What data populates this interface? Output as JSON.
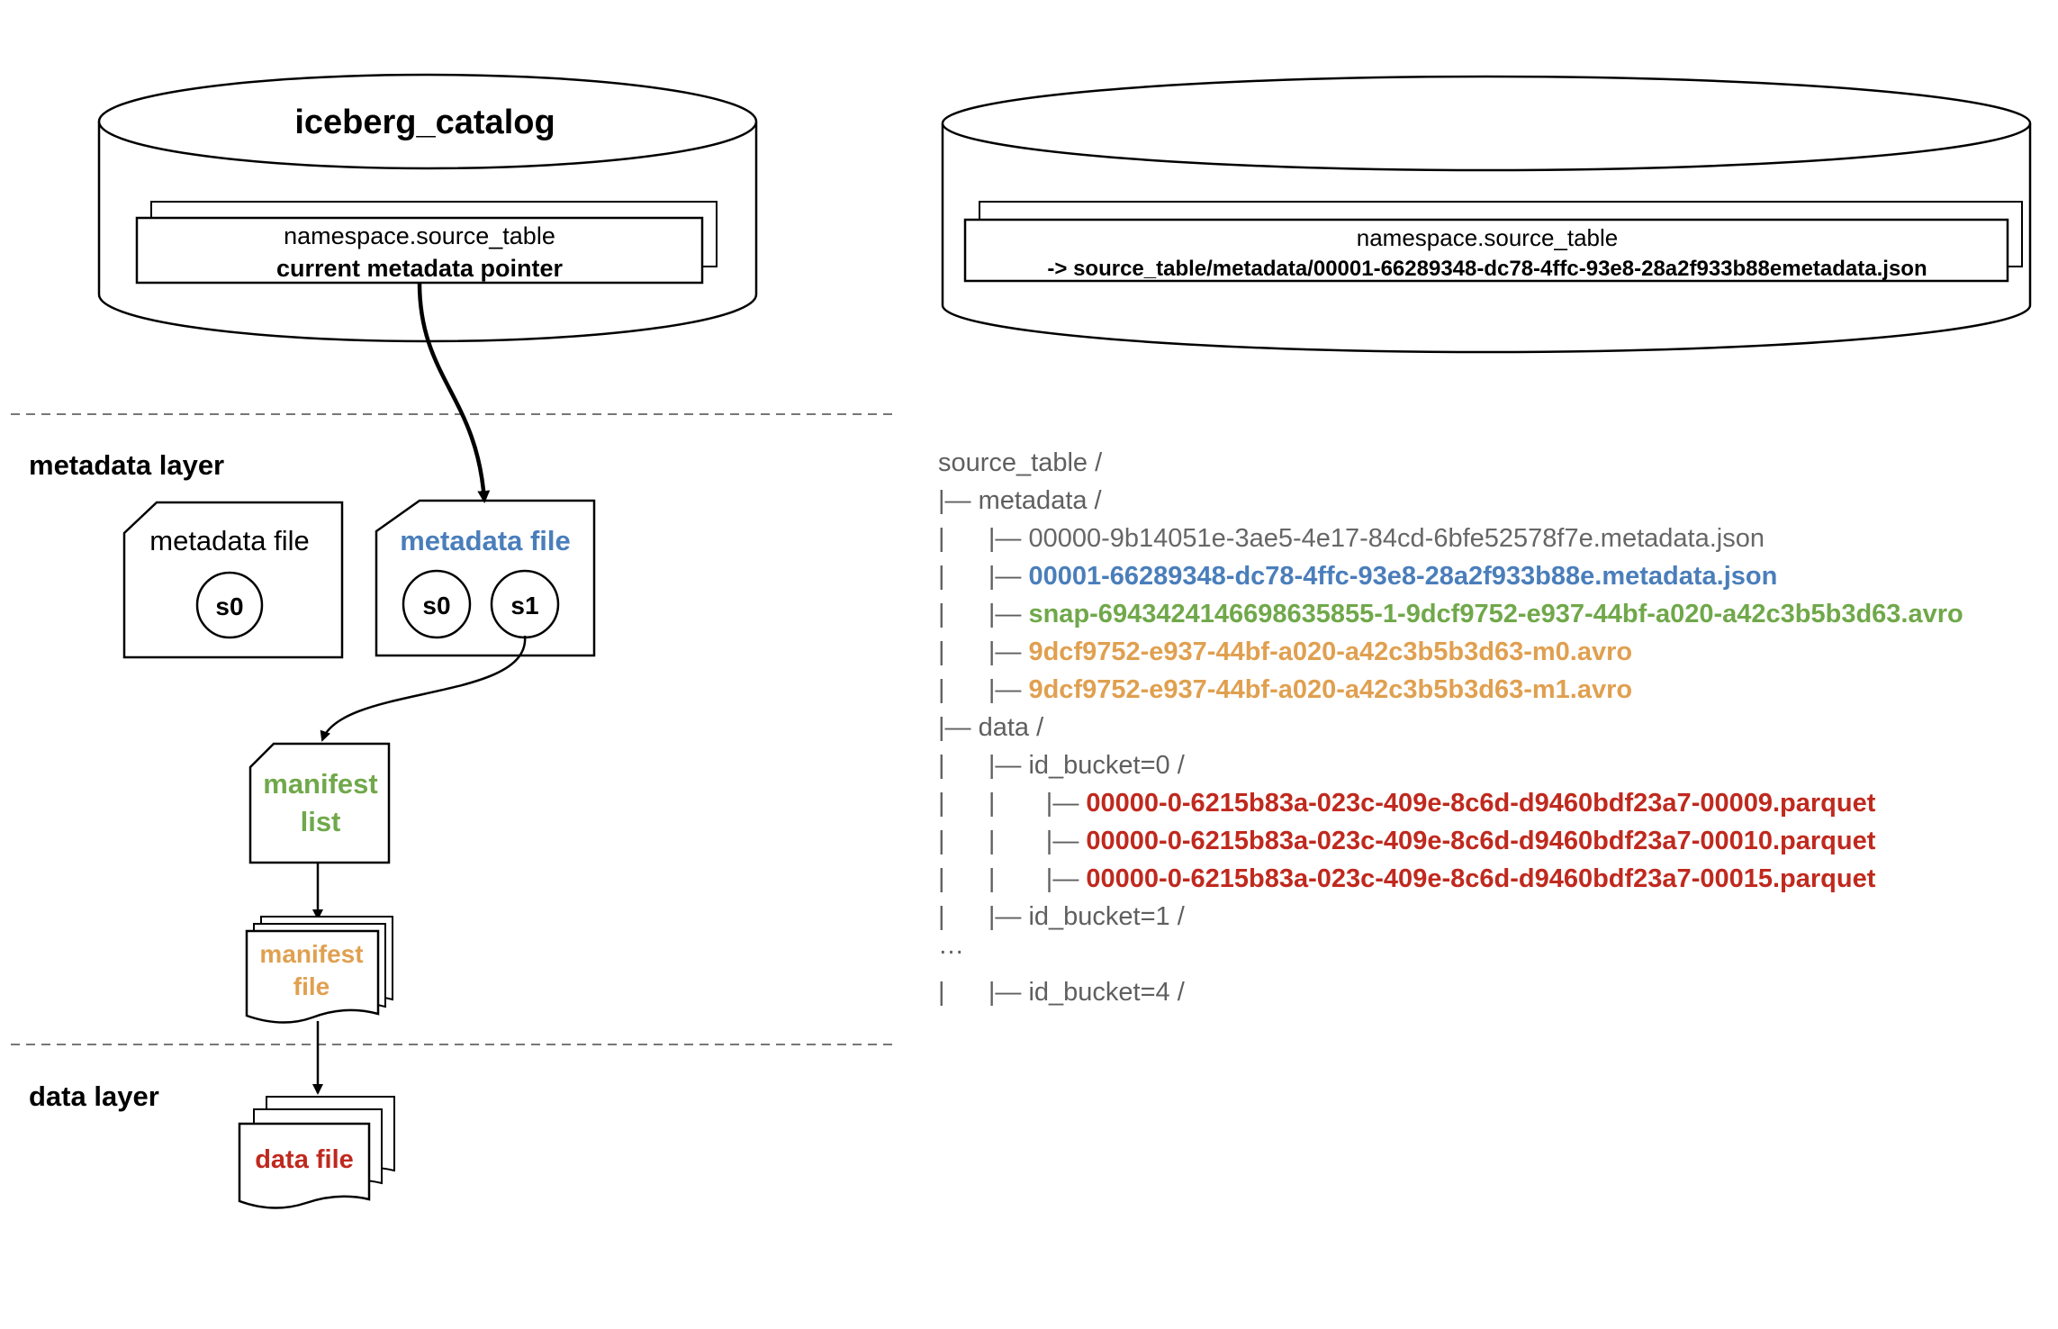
{
  "catalog": {
    "title": "iceberg_catalog",
    "entry_name": "namespace.source_table",
    "entry_pointer": "current metadata pointer"
  },
  "catalog_right": {
    "entry_name": "namespace.source_table",
    "entry_pointer": "-> source_table/metadata/00001-66289348-dc78-4ffc-93e8-28a2f933b88emetadata.json"
  },
  "layers": {
    "metadata": "metadata layer",
    "data": "data layer"
  },
  "metadata_file_old": {
    "label": "metadata file",
    "snapshots": [
      "s0"
    ]
  },
  "metadata_file_current": {
    "label": "metadata file",
    "snapshots": [
      "s0",
      "s1"
    ]
  },
  "manifest_list": {
    "line1": "manifest",
    "line2": "list"
  },
  "manifest_file": {
    "line1": "manifest",
    "line2": "file"
  },
  "data_file": {
    "label": "data file"
  },
  "colors": {
    "metadata": "#4a7ebb",
    "manifest_list": "#70a84a",
    "manifest_file": "#e0a050",
    "data": "#c0291e",
    "tree_text": "#5f5f5f"
  },
  "tree": [
    {
      "prefix": "source_table /",
      "name": "",
      "style": "plain"
    },
    {
      "prefix": "|— metadata /",
      "name": "",
      "style": "plain"
    },
    {
      "prefix": "|      |— ",
      "name": "00000-9b14051e-3ae5-4e17-84cd-6bfe52578f7e.metadata.json",
      "style": "grey"
    },
    {
      "prefix": "|      |— ",
      "name": "00001-66289348-dc78-4ffc-93e8-28a2f933b88e.metadata.json",
      "style": "blue"
    },
    {
      "prefix": "|      |— ",
      "name": "snap-6943424146698635855-1-9dcf9752-e937-44bf-a020-a42c3b5b3d63.avro",
      "style": "green"
    },
    {
      "prefix": "|      |— ",
      "name": "9dcf9752-e937-44bf-a020-a42c3b5b3d63-m0.avro",
      "style": "orange"
    },
    {
      "prefix": "|      |— ",
      "name": "9dcf9752-e937-44bf-a020-a42c3b5b3d63-m1.avro",
      "style": "orange"
    },
    {
      "prefix": "|— data /",
      "name": "",
      "style": "plain"
    },
    {
      "prefix": "|      |— id_bucket=0 /",
      "name": "",
      "style": "plain"
    },
    {
      "prefix": "|      |       |— ",
      "name": "00000-0-6215b83a-023c-409e-8c6d-d9460bdf23a7-00009.parquet",
      "style": "red"
    },
    {
      "prefix": "|      |       |— ",
      "name": "00000-0-6215b83a-023c-409e-8c6d-d9460bdf23a7-00010.parquet",
      "style": "red"
    },
    {
      "prefix": "|      |       |— ",
      "name": "00000-0-6215b83a-023c-409e-8c6d-d9460bdf23a7-00015.parquet",
      "style": "red"
    },
    {
      "prefix": "|      |— id_bucket=1 /",
      "name": "",
      "style": "plain"
    },
    {
      "prefix": "…",
      "name": "",
      "style": "plain"
    },
    {
      "prefix": "|      |— id_bucket=4 /",
      "name": "",
      "style": "plain"
    }
  ]
}
